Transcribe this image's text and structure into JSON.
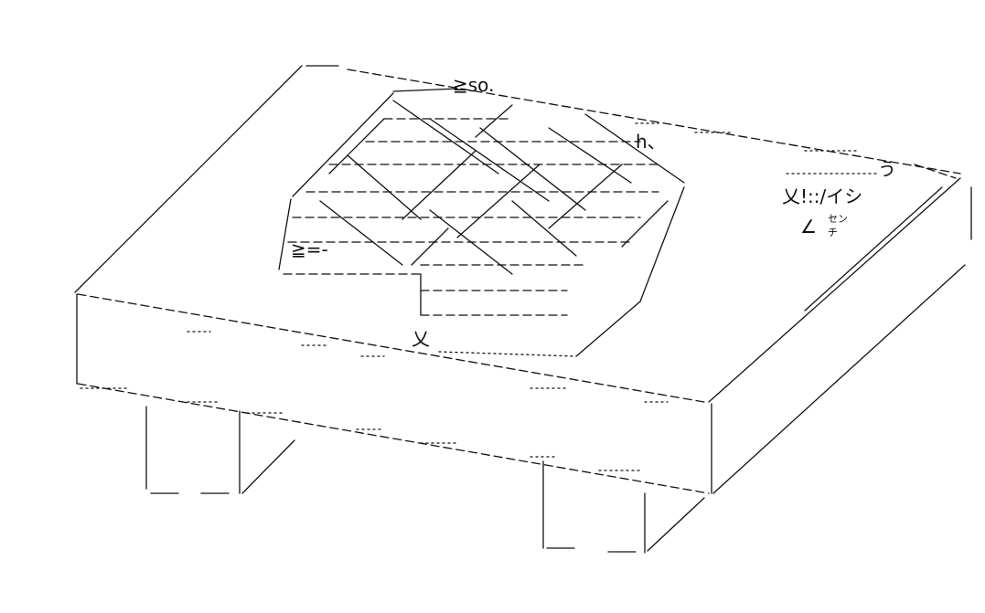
{
  "art": {
    "top_glyphs": "≧so.",
    "grill_h": "h、",
    "ge_symbol": "≧=-",
    "kanji_1": "乂",
    "kanji_2": "乂!::/イシ",
    "u_glyph": "う",
    "angle": "∠",
    "sen": "セン",
    "chi": "チ"
  },
  "colors": {
    "ink": "#111111",
    "background": "#ffffff"
  }
}
